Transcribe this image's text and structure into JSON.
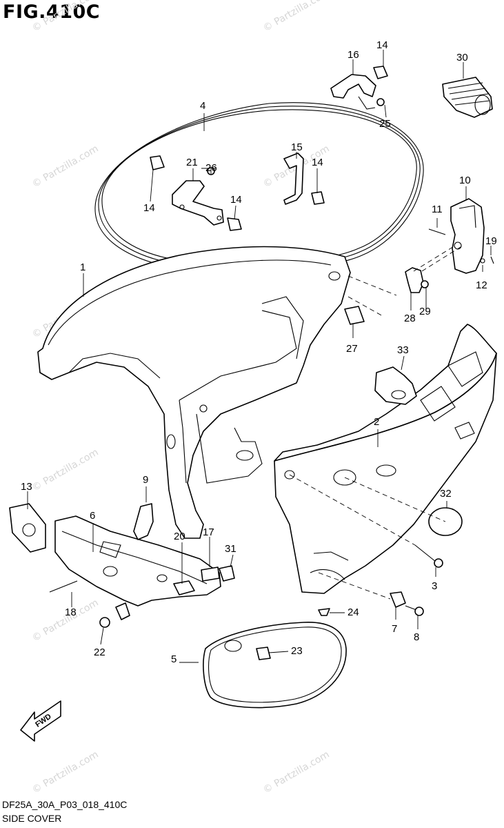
{
  "figure": {
    "title": "FIG.410C",
    "code": "DF25A_30A_P03_018_410C",
    "name": "SIDE COVER"
  },
  "fwd_arrow_label": "FWD",
  "watermark": "© Partzilla.com",
  "callouts": [
    "1",
    "2",
    "3",
    "4",
    "5",
    "6",
    "7",
    "8",
    "9",
    "10",
    "11",
    "12",
    "13",
    "14",
    "14",
    "14",
    "14",
    "15",
    "16",
    "17",
    "18",
    "19",
    "20",
    "21",
    "22",
    "23",
    "24",
    "25",
    "26",
    "27",
    "28",
    "29",
    "30",
    "31",
    "32",
    "33"
  ]
}
